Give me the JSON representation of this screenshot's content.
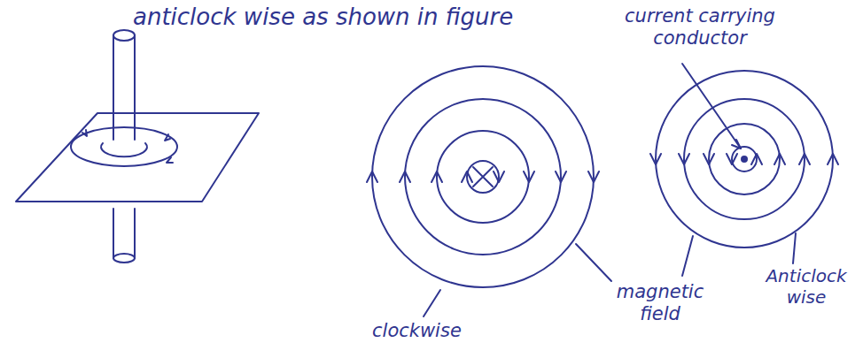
{
  "diagram": {
    "labels": [
      "anticlock wise as shown in figure",
      "current carrying conductor",
      "magnetic field",
      "clockwise",
      "Anticlock wise"
    ]
  }
}
